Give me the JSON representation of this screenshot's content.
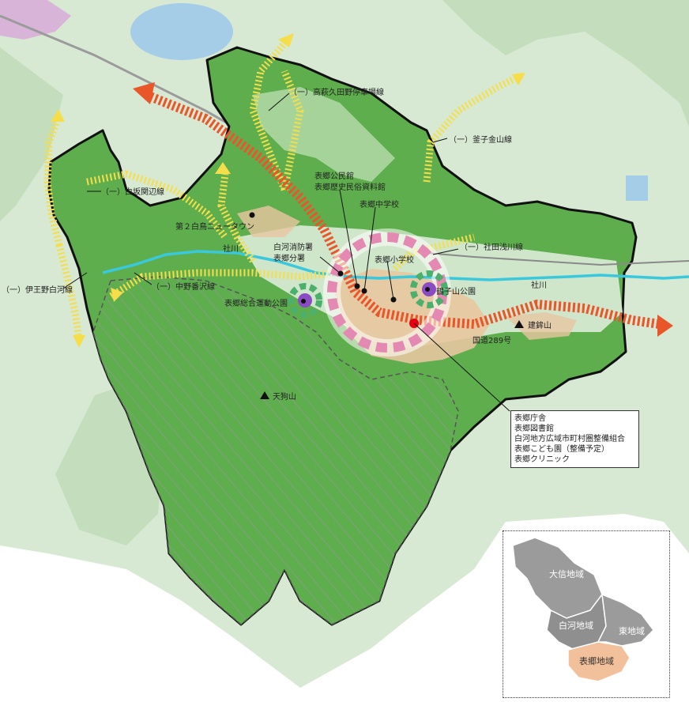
{
  "colors": {
    "forest": "#5fae4e",
    "forest_light": "#8cc97a",
    "background": "#d4e8d0",
    "settlement": "#e7c6a0",
    "river": "#3ac8dc",
    "lake": "#a6cde8",
    "axis_arrow": "#e8562a",
    "secondary_axis": "#f5de4a",
    "hub_circle": "#e48ab2",
    "park_circle": "#4caf6b",
    "inset_region": "#9b9b9b",
    "inset_highlight": "#f2c09a"
  },
  "labels": {
    "takahagi_route": "（一）高萩久田野停車場線",
    "kamako_route": "（一）釜子金山線",
    "shirasaka_route": "（一）白坂関辺線",
    "tazaki_route": "（一）社田浅川線",
    "nakano_route": "（一）中野番沢線",
    "inono_route": "（一）伊王野白河線",
    "newtown": "第２白鳥ニュータウン",
    "river_left": "社川",
    "river_right": "社川",
    "fire_station_1": "白河消防署",
    "fire_station_2": "表郷分署",
    "kominkan_1": "表郷公民館",
    "kominkan_2": "表郷歴史民俗資料館",
    "middle_school": "表郷中学校",
    "elementary_school": "表郷小学校",
    "sports_park": "表郷総合運動公園",
    "tsurukoyama_park": "鶴子山公園",
    "route289": "国道289号",
    "kenboko": "建鉾山",
    "tengu": "天狗山"
  },
  "info_box": [
    "表郷庁舎",
    "表郷図書館",
    "白河地方広域市町村圏整備組合",
    "表郷こども園（整備予定）",
    "表郷クリニック"
  ],
  "inset": {
    "taishin": "大信地域",
    "shirakawa": "白河地域",
    "higashi": "東地域",
    "omote": "表郷地域"
  }
}
